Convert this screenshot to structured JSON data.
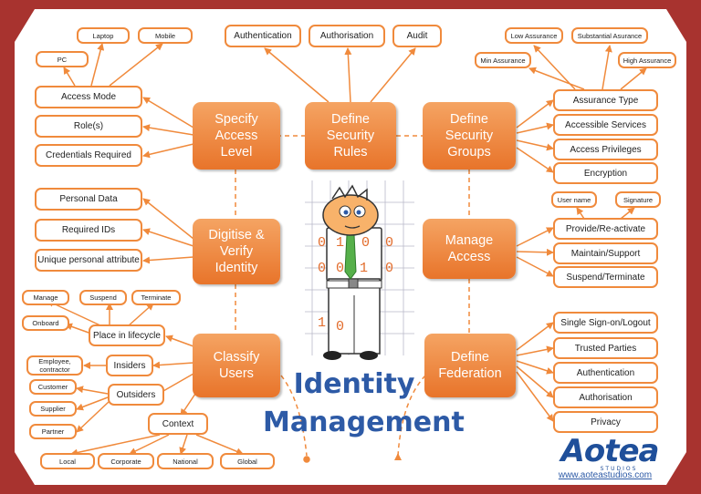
{
  "title": {
    "line1": "Identity",
    "line2": "Management"
  },
  "logo": {
    "name": "Aotea",
    "sub": "STUDIOS",
    "url": "www.aoteastudios.com"
  },
  "colors": {
    "hub": "#ec7d32",
    "border": "#f08a3c",
    "frame": "#a8332f",
    "title": "#2d5aa6"
  },
  "hubs": {
    "access_level": "Specify\nAccess\nLevel",
    "security_rules": "Define\nSecurity\nRules",
    "security_groups": "Define\nSecurity\nGroups",
    "digitise": "Digitise &\nVerify\nIdentity",
    "manage_access": "Manage\nAccess",
    "classify": "Classify\nUsers",
    "federation": "Define\nFederation"
  },
  "access_level": {
    "devices": [
      "Laptop",
      "Mobile",
      "PC"
    ],
    "items": [
      "Access Mode",
      "Role(s)",
      "Credentials Required"
    ]
  },
  "security_rules": {
    "items": [
      "Authentication",
      "Authorisation",
      "Audit"
    ]
  },
  "security_groups": {
    "assurance": [
      "Low Assurance",
      "Substantial Asurance",
      "Min Assurance",
      "High Assurance"
    ],
    "items": [
      "Assurance Type",
      "Accessible Services",
      "Access Privileges",
      "Encryption"
    ]
  },
  "digitise": {
    "items": [
      "Personal Data",
      "Required IDs",
      "Unique personal attribute"
    ]
  },
  "manage_access": {
    "credentials": [
      "User name",
      "Signature"
    ],
    "items": [
      "Provide/Re-activate",
      "Maintain/Support",
      "Suspend/Terminate"
    ]
  },
  "classify": {
    "lifecycle_stages": [
      "Manage",
      "Suspend",
      "Terminate",
      "Onboard"
    ],
    "lifecycle": "Place in lifecycle",
    "insiders": "Insiders",
    "insider_types": [
      "Employee,\ncontractor"
    ],
    "outsiders": "Outsiders",
    "outsider_types": [
      "Customer",
      "Supplier",
      "Partner"
    ],
    "context": "Context",
    "context_types": [
      "Local",
      "Corporate",
      "National",
      "Global"
    ]
  },
  "federation": {
    "items": [
      "Single Sign-on/Logout",
      "Trusted Parties",
      "Authentication",
      "Authorisation",
      "Privacy"
    ]
  },
  "figure": {
    "digits": [
      "0",
      "1",
      "0",
      "0",
      "0",
      "0",
      "1",
      "0",
      "1",
      "0"
    ]
  }
}
